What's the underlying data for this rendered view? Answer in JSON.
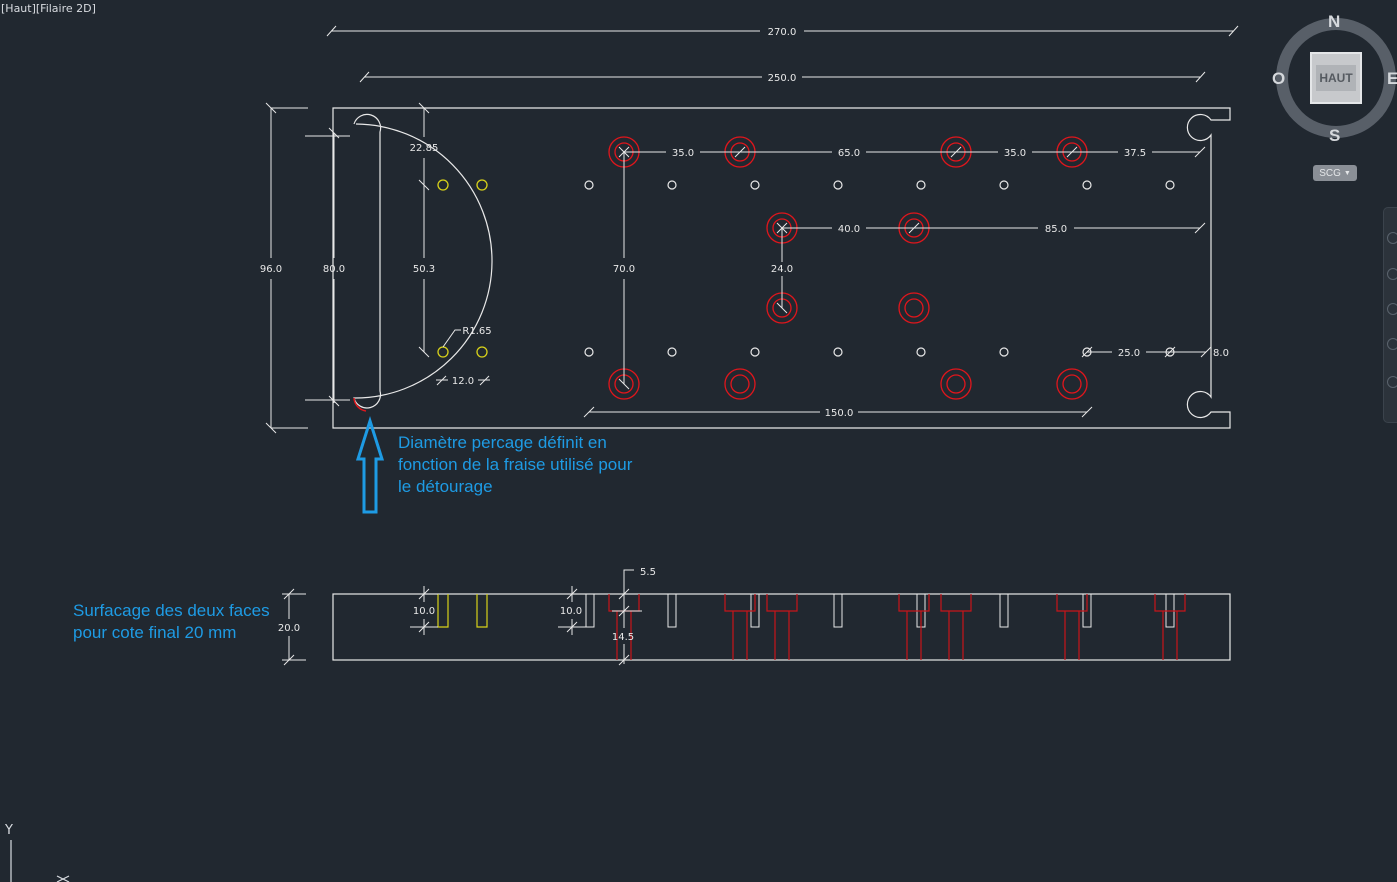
{
  "viewport": {
    "label": "[Haut][Filaire 2D]"
  },
  "dimensions": {
    "total_width": "270.0",
    "inner_width": "250.0",
    "total_height": "96.0",
    "inner_height": "80.0",
    "top_offset": "22.85",
    "slot_height": "50.3",
    "radius": "R1.65",
    "hole_spacing": "12.0",
    "spacing_a": "35.0",
    "spacing_b": "65.0",
    "spacing_c": "35.0",
    "spacing_d": "37.5",
    "center_height": "70.0",
    "spacing_e": "40.0",
    "spacing_f": "85.0",
    "vertical_gap": "24.0",
    "diameter_a": "25.0",
    "diameter_b": "8.0",
    "bottom_span": "150.0",
    "side_thickness": "20.0",
    "depth_a": "10.0",
    "depth_b": "10.0",
    "counterbore_depth": "5.5",
    "bore_depth": "14.5"
  },
  "notes": {
    "drill": "Diamètre percage définit en fonction de la fraise utilisé pour le détourage",
    "facing": "Surfacage des deux faces pour cote final 20 mm"
  },
  "viewcube": {
    "north": "N",
    "south": "S",
    "east": "E",
    "west": "O",
    "face": "HAUT",
    "wcs": "SCG"
  },
  "ucs": {
    "y_label": "Y"
  },
  "colors": {
    "background": "#212830",
    "geometry": "#e8e8e8",
    "red_holes": "#e0161c",
    "yellow_holes": "#d8d21a",
    "annotation": "#1e9be4"
  }
}
